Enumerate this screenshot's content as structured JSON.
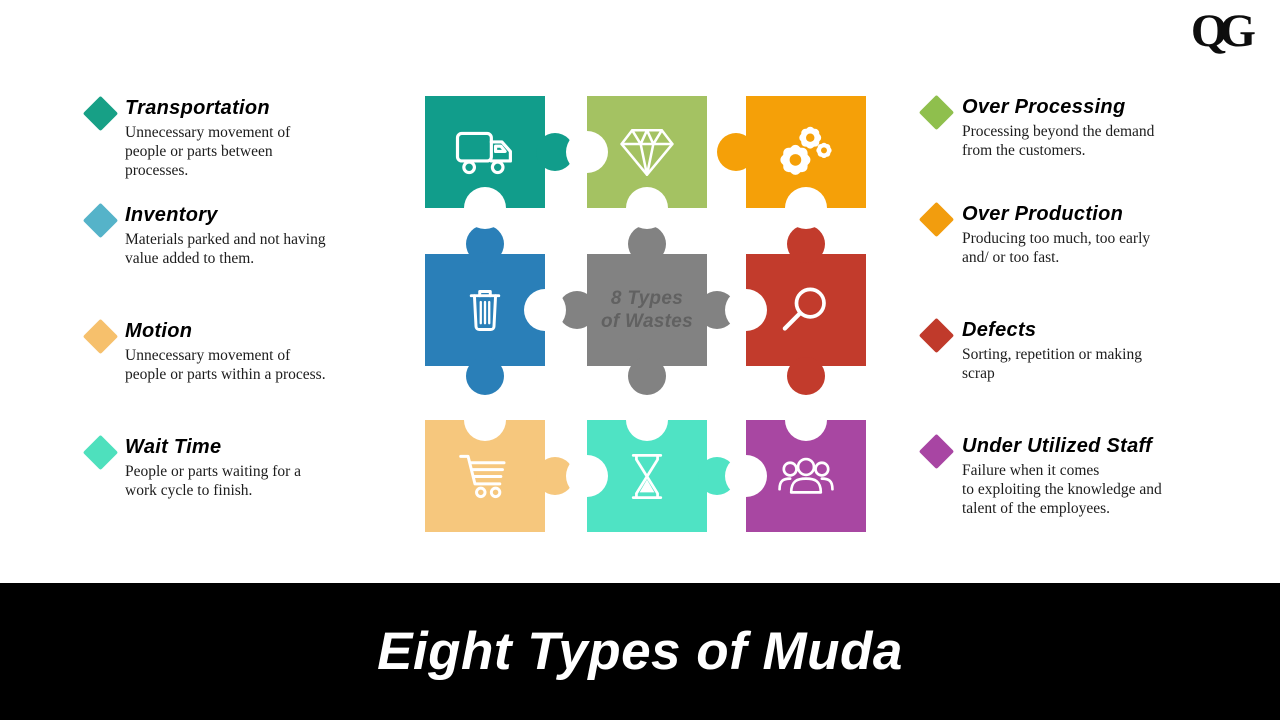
{
  "logo": {
    "text": "QG"
  },
  "title": "Eight Types of Muda",
  "left_items": [
    {
      "title": "Transportation",
      "diamond_color": "#17a086",
      "lines": [
        "Unnecessary movement of",
        "people or parts between",
        "processes."
      ]
    },
    {
      "title": "Inventory",
      "diamond_color": "#55b3c9",
      "lines": [
        "Materials parked and not having",
        "value added to them."
      ]
    },
    {
      "title": "Motion",
      "diamond_color": "#f6c06c",
      "lines": [
        "Unnecessary movement of",
        "people or parts within a process."
      ]
    },
    {
      "title": "Wait Time",
      "diamond_color": "#4ee0bd",
      "lines": [
        "People or parts waiting for a",
        "work cycle to finish."
      ]
    }
  ],
  "right_items": [
    {
      "title": "Over Processing",
      "diamond_color": "#8fbf4d",
      "lines": [
        "Processing beyond the demand",
        "from the customers."
      ]
    },
    {
      "title": "Over Production",
      "diamond_color": "#f29d0e",
      "lines": [
        "Producing too much, too early",
        "and/ or too fast."
      ]
    },
    {
      "title": "Defects",
      "diamond_color": "#c03a2b",
      "lines": [
        "Sorting, repetition or making",
        "scrap"
      ]
    },
    {
      "title": "Under Utilized Staff",
      "diamond_color": "#a845a3",
      "lines": [
        "Failure when it comes",
        "to exploiting the knowledge and",
        "talent of the employees."
      ]
    }
  ],
  "puzzle": {
    "center_text": [
      "8 Types",
      "of Wastes"
    ],
    "pieces": [
      {
        "icon": "truck-icon",
        "color": "#119d8b",
        "row": 0,
        "col": 0,
        "tabs": [
          "right"
        ],
        "notches": [
          "bottom"
        ]
      },
      {
        "icon": "gem-icon",
        "color": "#a4c262",
        "row": 0,
        "col": 1,
        "tabs": [],
        "notches": [
          "left",
          "bottom"
        ]
      },
      {
        "icon": "gears-icon",
        "color": "#f5a008",
        "row": 0,
        "col": 2,
        "tabs": [
          "left"
        ],
        "notches": [
          "bottom"
        ]
      },
      {
        "icon": "trash-icon",
        "color": "#2a7fb8",
        "row": 1,
        "col": 0,
        "tabs": [
          "top",
          "bottom"
        ],
        "notches": [
          "right"
        ]
      },
      {
        "icon": "center-label",
        "color": "#828282",
        "row": 1,
        "col": 1,
        "tabs": [
          "top",
          "right",
          "bottom",
          "left"
        ],
        "notches": []
      },
      {
        "icon": "search-icon",
        "color": "#c23b2c",
        "row": 1,
        "col": 2,
        "tabs": [
          "top",
          "bottom"
        ],
        "notches": [
          "left"
        ]
      },
      {
        "icon": "cart-icon",
        "color": "#f6c77d",
        "row": 2,
        "col": 0,
        "tabs": [
          "right"
        ],
        "notches": [
          "top"
        ]
      },
      {
        "icon": "hourglass-icon",
        "color": "#4fe3c4",
        "row": 2,
        "col": 1,
        "tabs": [
          "right"
        ],
        "notches": [
          "top",
          "left"
        ]
      },
      {
        "icon": "people-icon",
        "color": "#a847a2",
        "row": 2,
        "col": 2,
        "tabs": [],
        "notches": [
          "top",
          "left"
        ]
      }
    ]
  }
}
